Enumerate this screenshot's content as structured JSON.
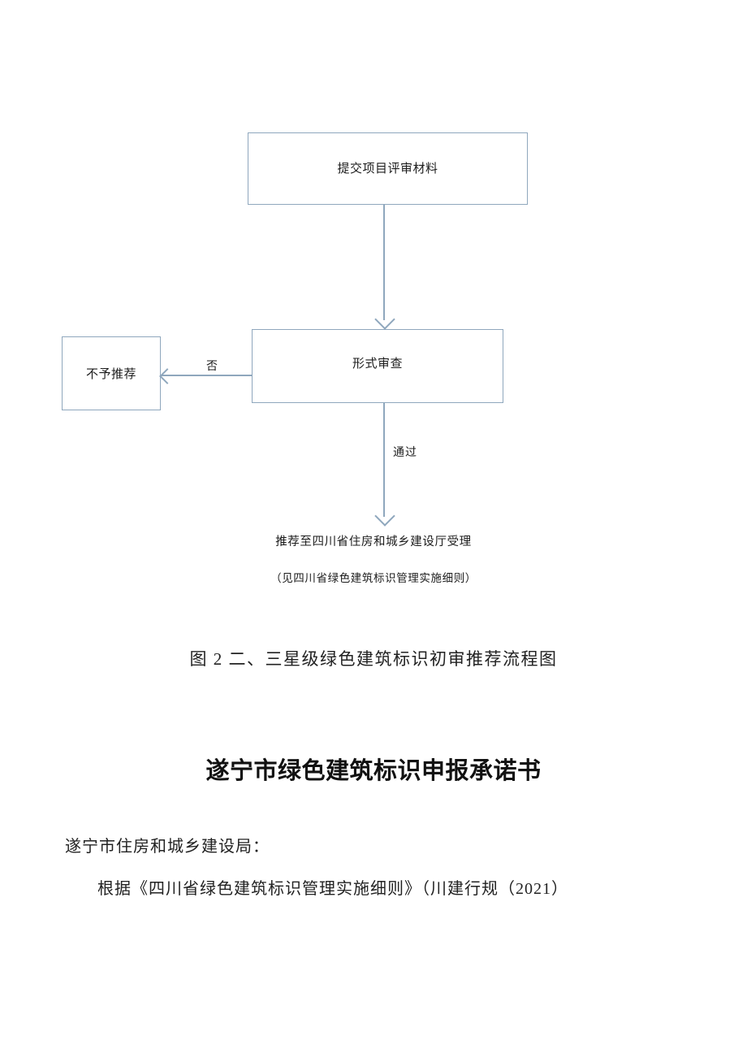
{
  "document": {
    "figure": {
      "nodes": {
        "submit": "提交项目评审材料",
        "review": "形式审查",
        "reject": "不予推荐"
      },
      "edge_labels": {
        "no": "否",
        "pass": "通过"
      },
      "terminal_text": "推荐至四川省住房和城乡建设厅受理",
      "terminal_note": "（见四川省绿色建筑标识管理实施细则）",
      "caption": "图 2 二、三星级绿色建筑标识初审推荐流程图",
      "line_color": "#8fa7bd",
      "box_border_color": "#8fa7bd"
    },
    "letter": {
      "title": "遂宁市绿色建筑标识申报承诺书",
      "addressee": "遂宁市住房和城乡建设局：",
      "paragraph": "根据《四川省绿色建筑标识管理实施细则》（川建行规（2021）"
    }
  }
}
